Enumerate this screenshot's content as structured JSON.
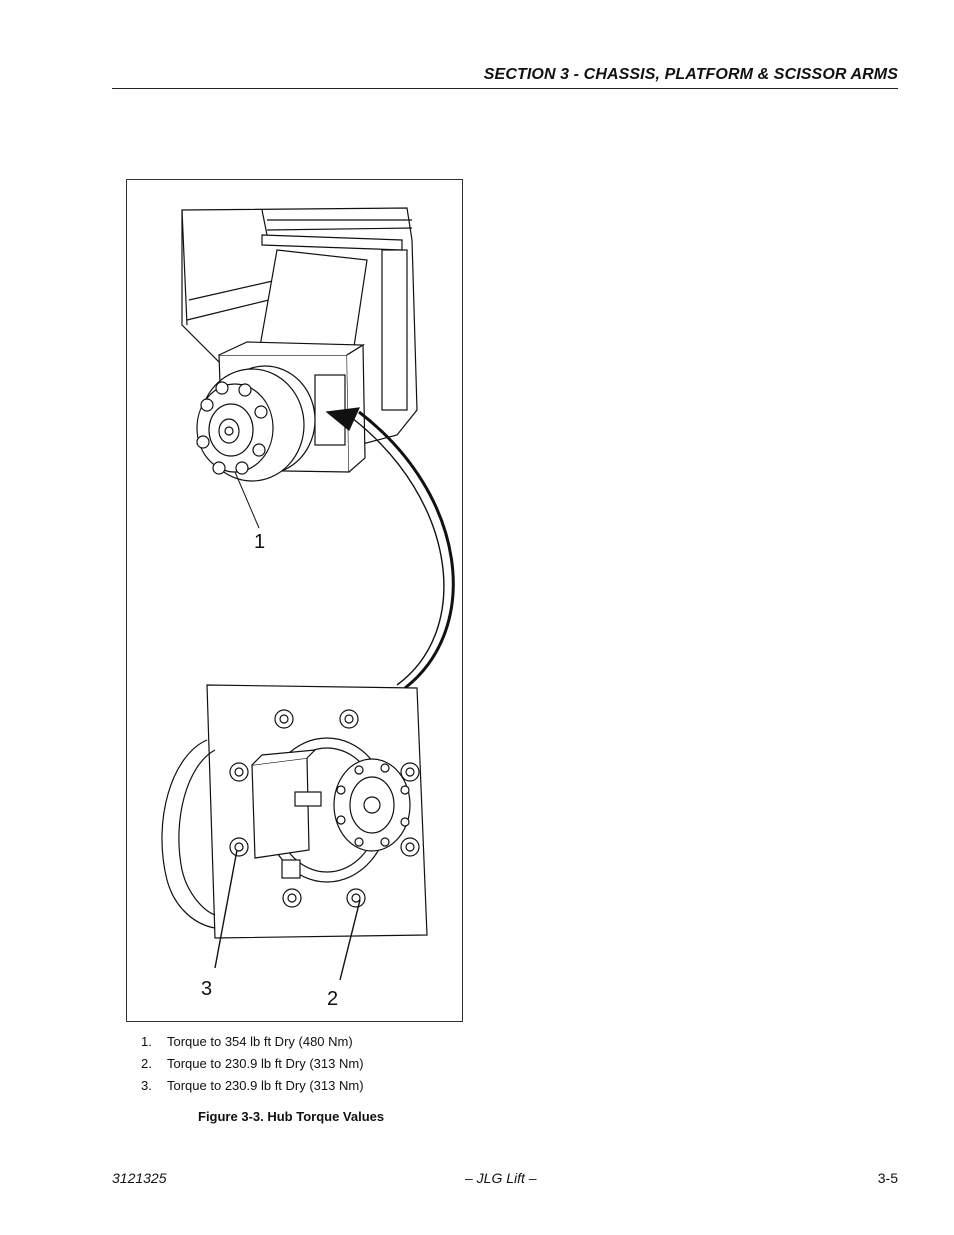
{
  "header": {
    "section_title": "SECTION 3 - CHASSIS, PLATFORM & SCISSOR ARMS"
  },
  "figure": {
    "callouts": [
      "1",
      "2",
      "3"
    ],
    "legend": [
      {
        "number": "1.",
        "text": "Torque to 354 lb ft Dry (480 Nm)"
      },
      {
        "number": "2.",
        "text": "Torque to 230.9 lb ft Dry (313 Nm)"
      },
      {
        "number": "3.",
        "text": "Torque to 230.9 lb ft Dry (313 Nm)"
      }
    ],
    "caption": "Figure 3-3.  Hub Torque Values"
  },
  "footer": {
    "doc_number": "3121325",
    "center": "– JLG Lift –",
    "page": "3-5"
  }
}
